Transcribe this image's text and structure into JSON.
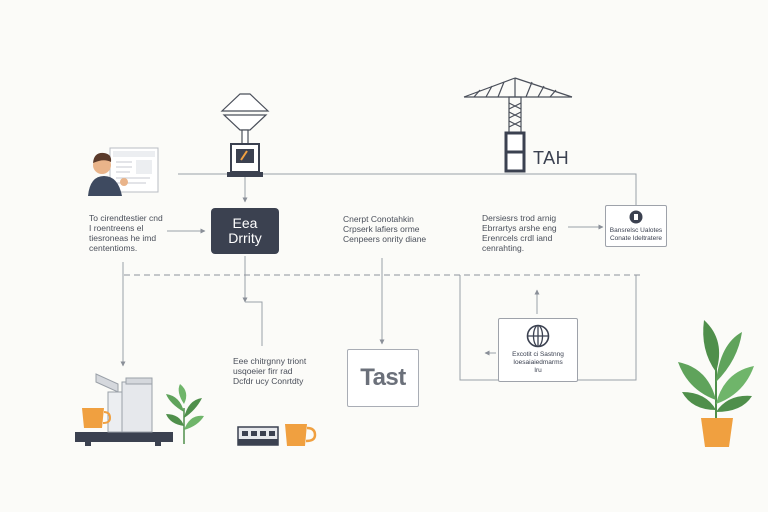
{
  "labels": {
    "left_note": [
      "To cirendtestier cnd",
      "I roentreens el",
      "tiesroneas he imd",
      "cententioms."
    ],
    "dark_box": [
      "Eea",
      "Drrity"
    ],
    "center_note": [
      "Cnerpt Conotahkin",
      "Crpserk lafiers orme",
      "Cenpeers onrity diane"
    ],
    "right_note": [
      "Dersiesrs trod arnig",
      "Ebrrartys arshe eng",
      "Erenrcels crdl iand",
      "cenrahting."
    ],
    "card_top_right": [
      "Bansrelsc Ualotes",
      "Conate Ideltratere"
    ],
    "bottom_note": [
      "Eee chitrgnny triont",
      "usqoeier firr rad",
      "Dcfdr ucy Conrtdty"
    ],
    "test_box": "Tast",
    "card_bottom": [
      "Excotit ci Sastnng",
      "Ioesaiaiedmarms",
      "Iru"
    ],
    "tah": "TAH"
  },
  "colors": {
    "dark": "#3b4150",
    "line": "#9aa0a8",
    "dashed": "#8e939b",
    "orange": "#f0a040",
    "green": "#5fa35b",
    "skin": "#e9b48a"
  },
  "icons": [
    "person-at-screen-icon",
    "funnel-machine-icon",
    "tower-crane-icon",
    "globe-icon",
    "badge-icon",
    "coffee-cup-icon",
    "coffee-machine-icon",
    "plant-icon",
    "control-panel-icon"
  ]
}
